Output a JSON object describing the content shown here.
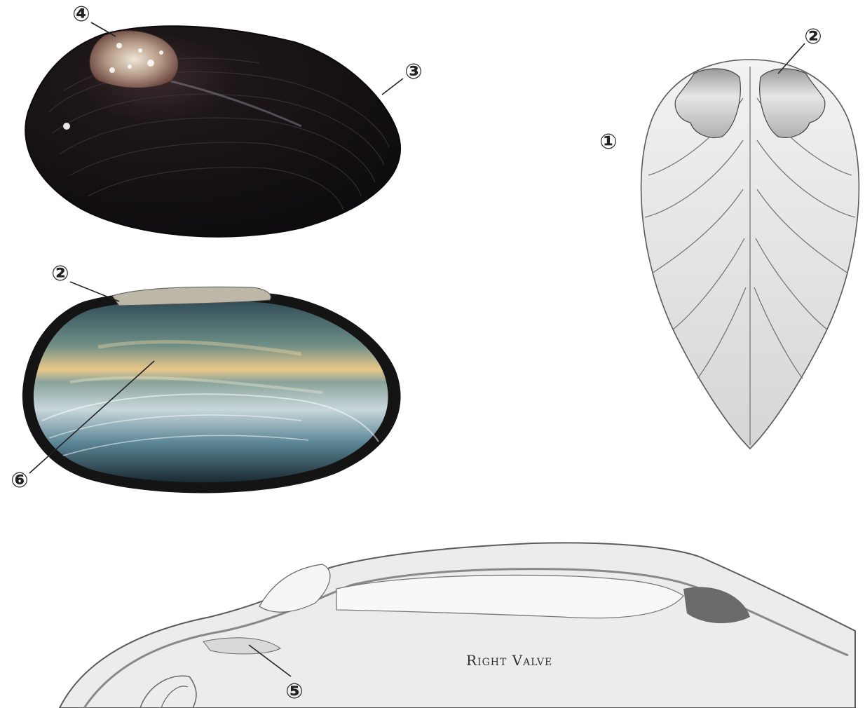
{
  "callouts": {
    "c1": "①",
    "c2a": "②",
    "c2b": "②",
    "c3": "③",
    "c4": "④",
    "c5": "⑤",
    "c6": "⑥"
  },
  "caption": "Right Valve",
  "colors": {
    "shell_exterior": "#161012",
    "umbo": "#c9b39f",
    "nacre_blue": "#5d8797",
    "nacre_gold": "#e3c07d",
    "pencil": "#5a5a5a",
    "label_ring": "#222222"
  }
}
